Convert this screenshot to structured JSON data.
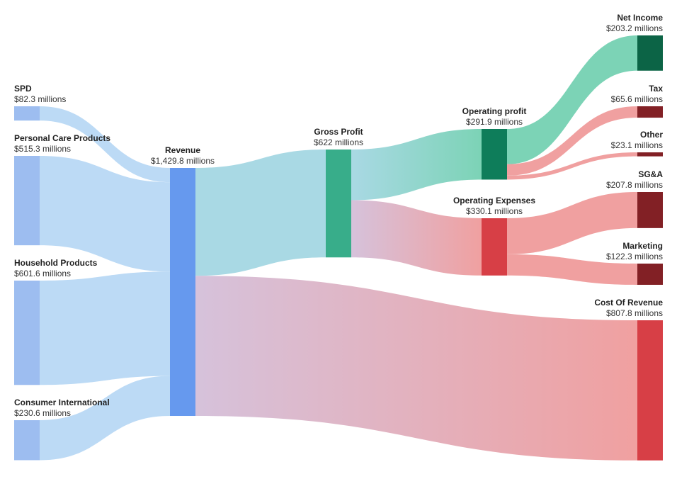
{
  "chart_data": {
    "type": "sankey",
    "unit_suffix": " millions",
    "colors": {
      "source_node": "#9dbdf0",
      "revenue_node": "#6699ee",
      "profit_node": "#38ad8a",
      "op_profit_node": "#0e7d5a",
      "net_income_node": "#0c6446",
      "expense_node": "#d73f46",
      "expense_child_node": "#822025",
      "source_link": "#bcdaf5",
      "profit_link_from": "#a9d9e4",
      "profit_link_to": "#7cd3b6",
      "expense_link_from": "#d6c2db",
      "expense_link_to": "#f0a0a0"
    },
    "nodes": [
      {
        "id": "spd",
        "name": "SPD",
        "value_label": "$82.3 millions",
        "value": 82.3
      },
      {
        "id": "pcp",
        "name": "Personal Care Products",
        "value_label": "$515.3 millions",
        "value": 515.3
      },
      {
        "id": "hhp",
        "name": "Household Products",
        "value_label": "$601.6 millions",
        "value": 601.6
      },
      {
        "id": "ci",
        "name": "Consumer International",
        "value_label": "$230.6 millions",
        "value": 230.6
      },
      {
        "id": "rev",
        "name": "Revenue",
        "value_label": "$1,429.8 millions",
        "value": 1429.8
      },
      {
        "id": "gp",
        "name": "Gross Profit",
        "value_label": "$622 millions",
        "value": 622
      },
      {
        "id": "cor",
        "name": "Cost Of Revenue",
        "value_label": "$807.8 millions",
        "value": 807.8
      },
      {
        "id": "op",
        "name": "Operating profit",
        "value_label": "$291.9 millions",
        "value": 291.9
      },
      {
        "id": "ope",
        "name": "Operating Expenses",
        "value_label": "$330.1 millions",
        "value": 330.1
      },
      {
        "id": "ni",
        "name": "Net Income",
        "value_label": "$203.2 millions",
        "value": 203.2
      },
      {
        "id": "tax",
        "name": "Tax",
        "value_label": "$65.6 millions",
        "value": 65.6
      },
      {
        "id": "oth",
        "name": "Other",
        "value_label": "$23.1 millions",
        "value": 23.1
      },
      {
        "id": "sga",
        "name": "SG&A",
        "value_label": "$207.8 millions",
        "value": 207.8
      },
      {
        "id": "mkt",
        "name": "Marketing",
        "value_label": "$122.3 millions",
        "value": 122.3
      }
    ],
    "links": [
      {
        "source": "spd",
        "target": "rev",
        "value": 82.3
      },
      {
        "source": "pcp",
        "target": "rev",
        "value": 515.3
      },
      {
        "source": "hhp",
        "target": "rev",
        "value": 601.6
      },
      {
        "source": "ci",
        "target": "rev",
        "value": 230.6
      },
      {
        "source": "rev",
        "target": "gp",
        "value": 622
      },
      {
        "source": "rev",
        "target": "cor",
        "value": 807.8
      },
      {
        "source": "gp",
        "target": "op",
        "value": 291.9
      },
      {
        "source": "gp",
        "target": "ope",
        "value": 330.1
      },
      {
        "source": "op",
        "target": "ni",
        "value": 203.2
      },
      {
        "source": "op",
        "target": "tax",
        "value": 65.6
      },
      {
        "source": "op",
        "target": "oth",
        "value": 23.1
      },
      {
        "source": "ope",
        "target": "sga",
        "value": 207.8
      },
      {
        "source": "ope",
        "target": "mkt",
        "value": 122.3
      }
    ]
  }
}
